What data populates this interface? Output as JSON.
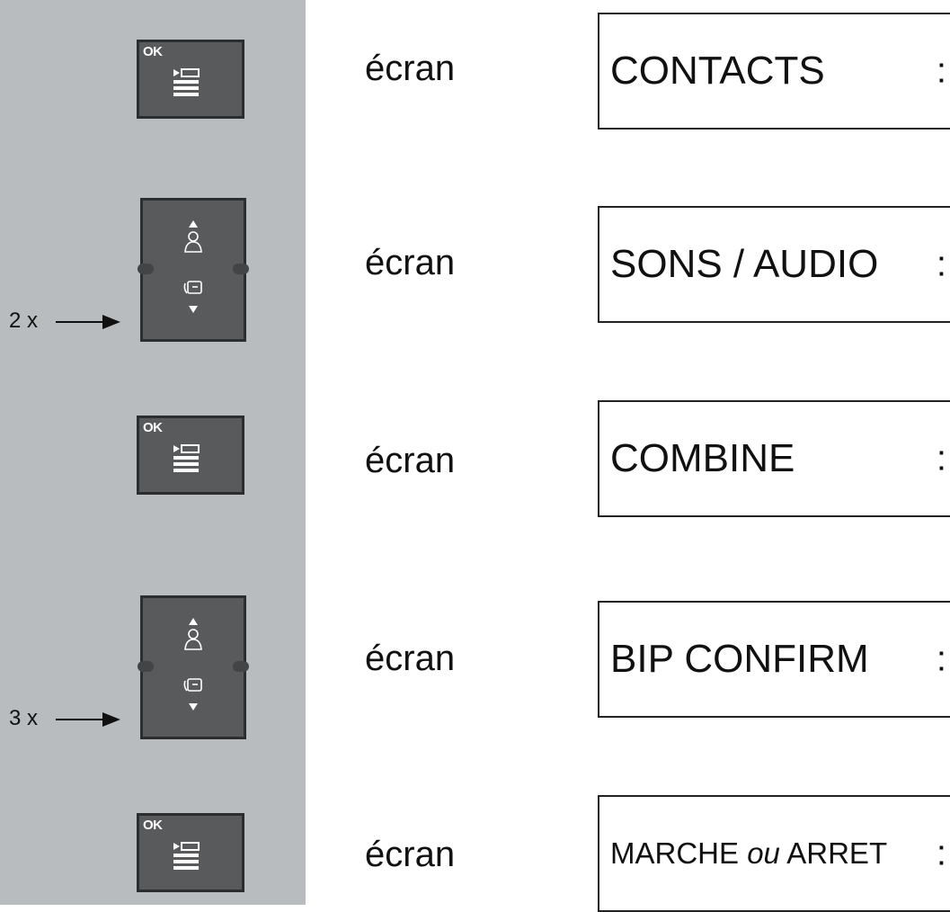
{
  "steps": [
    {
      "key": "ok",
      "key_label": "OK",
      "screen_word": "écran",
      "display": "CONTACTS",
      "display_suffix": ":"
    },
    {
      "key": "nav",
      "repeat": "2 x",
      "screen_word": "écran",
      "display": "SONS / AUDIO",
      "display_suffix": ":"
    },
    {
      "key": "ok",
      "key_label": "OK",
      "screen_word": "écran",
      "display": "COMBINE",
      "display_suffix": ":"
    },
    {
      "key": "nav",
      "repeat": "3 x",
      "screen_word": "écran",
      "display": "BIP CONFIRM",
      "display_suffix": ":"
    },
    {
      "key": "ok",
      "key_label": "OK",
      "screen_word": "écran",
      "display_parts": [
        "MARCHE ",
        "ou",
        " ARRET"
      ],
      "display_suffix": ":"
    }
  ],
  "icons": {
    "ok_key": "menu-list-icon",
    "nav_up": "arrow-up-icon",
    "nav_down": "arrow-down-icon",
    "nav_contacts": "person-icon",
    "nav_calls": "phone-book-icon",
    "pointer": "right-arrow-icon"
  },
  "colors": {
    "panel": "#b9bcbf",
    "key": "#585a5c",
    "key_border": "#2c2d2e"
  }
}
